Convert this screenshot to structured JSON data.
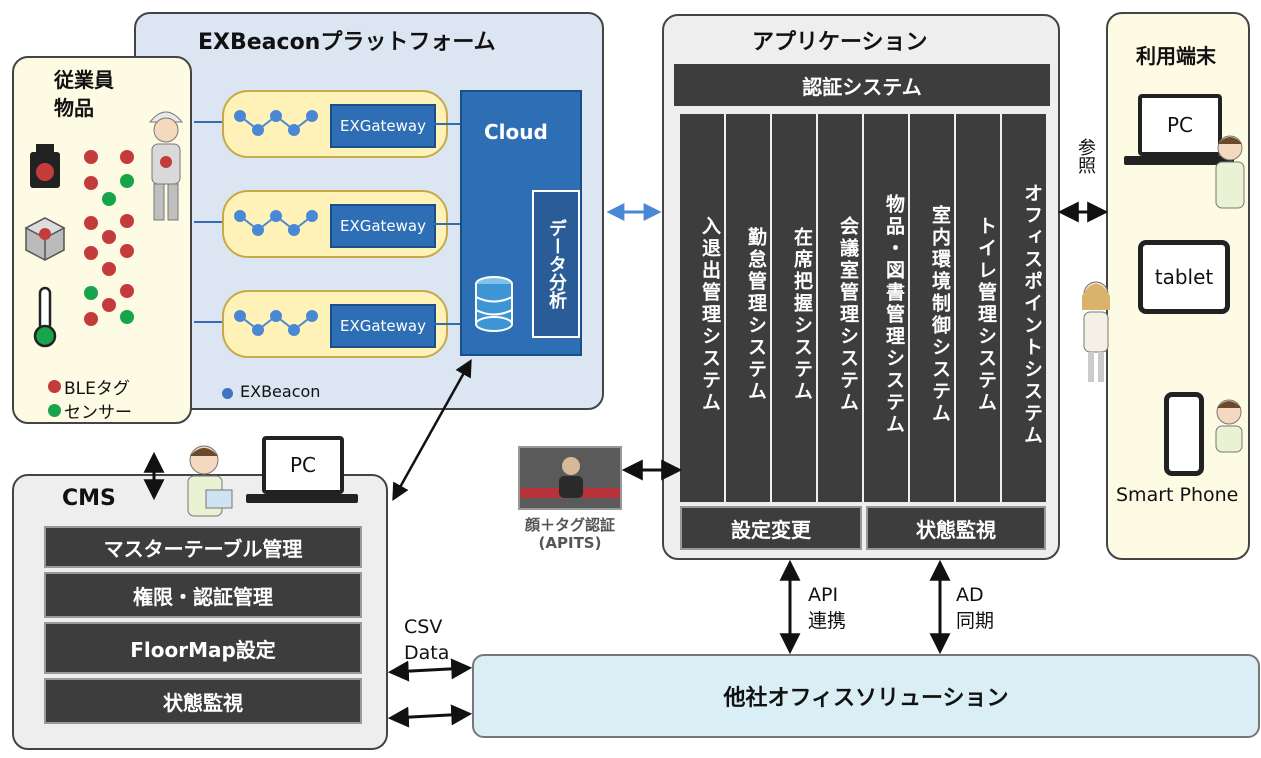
{
  "platform": {
    "title": "EXBeaconプラットフォーム",
    "gateways": [
      "EXGateway",
      "EXGateway",
      "EXGateway"
    ],
    "cloud": "Cloud",
    "analysis": "データ分析",
    "beacon_legend": "EXBeacon"
  },
  "staff": {
    "title_line1": "従業員",
    "title_line2": "物品",
    "legend_ble": "BLEタグ",
    "legend_sensor": "センサー"
  },
  "application": {
    "title": "アプリケーション",
    "auth": "認証システム",
    "systems": [
      "入退出管理システム",
      "勤怠管理システム",
      "在席把握システム",
      "会議室管理システム",
      "物品・図書管理システム",
      "室内環境制御システム",
      "トイレ管理システム",
      "オフィスポイントシステム"
    ],
    "settings": "設定変更",
    "monitor": "状態監視"
  },
  "devices": {
    "title": "利用端末",
    "pc": "PC",
    "tablet": "tablet",
    "phone": "Smart Phone",
    "ref": "参照"
  },
  "cms": {
    "title": "CMS",
    "pc": "PC",
    "items": [
      "マスターテーブル管理",
      "権限・認証管理",
      "FloorMap設定",
      "状態監視"
    ]
  },
  "face": {
    "line1": "顔＋タグ認証",
    "line2": "(APITS)"
  },
  "links": {
    "csv_line1": "CSV",
    "csv_line2": "Data",
    "api_line1": "API",
    "api_line2": "連携",
    "ad_line1": "AD",
    "ad_line2": "同期"
  },
  "other": {
    "title": "他社オフィスソリューション"
  },
  "colors": {
    "platform_bg": "#dce6f2",
    "cream": "#fdfbe3",
    "app_bg": "#eeeeee",
    "dark": "#3d3d3d",
    "blue": "#2e6eb5",
    "other_bg": "#d9eef5"
  }
}
